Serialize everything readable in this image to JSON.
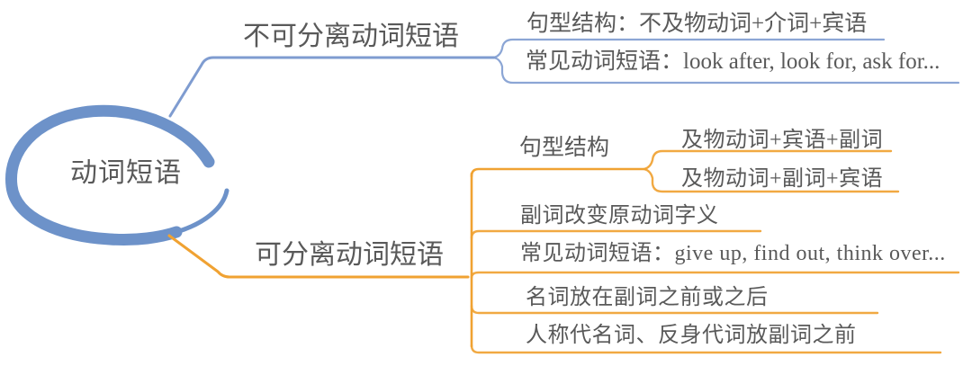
{
  "mindmap": {
    "root": {
      "label": "动词短语"
    },
    "branches": [
      {
        "label": "不可分离动词短语",
        "children": [
          {
            "label": "句型结构：不及物动词+介词+宾语"
          },
          {
            "label": "常见动词短语：look after, look for, ask for..."
          }
        ]
      },
      {
        "label": "可分离动词短语",
        "children": [
          {
            "label": "句型结构",
            "children": [
              {
                "label": "及物动词+宾语+副词"
              },
              {
                "label": "及物动词+副词+宾语"
              }
            ]
          },
          {
            "label": "副词改变原动词字义"
          },
          {
            "label": "常见动词短语：give up, find out, think over..."
          },
          {
            "label": "名词放在副词之前或之后"
          },
          {
            "label": "人称代名词、反身代词放副词之前"
          }
        ]
      }
    ],
    "colors": {
      "blue": "#7f9cd0",
      "blue_ellipse": "#6d92c9",
      "orange": "#f0a232",
      "text": "#595959"
    }
  }
}
